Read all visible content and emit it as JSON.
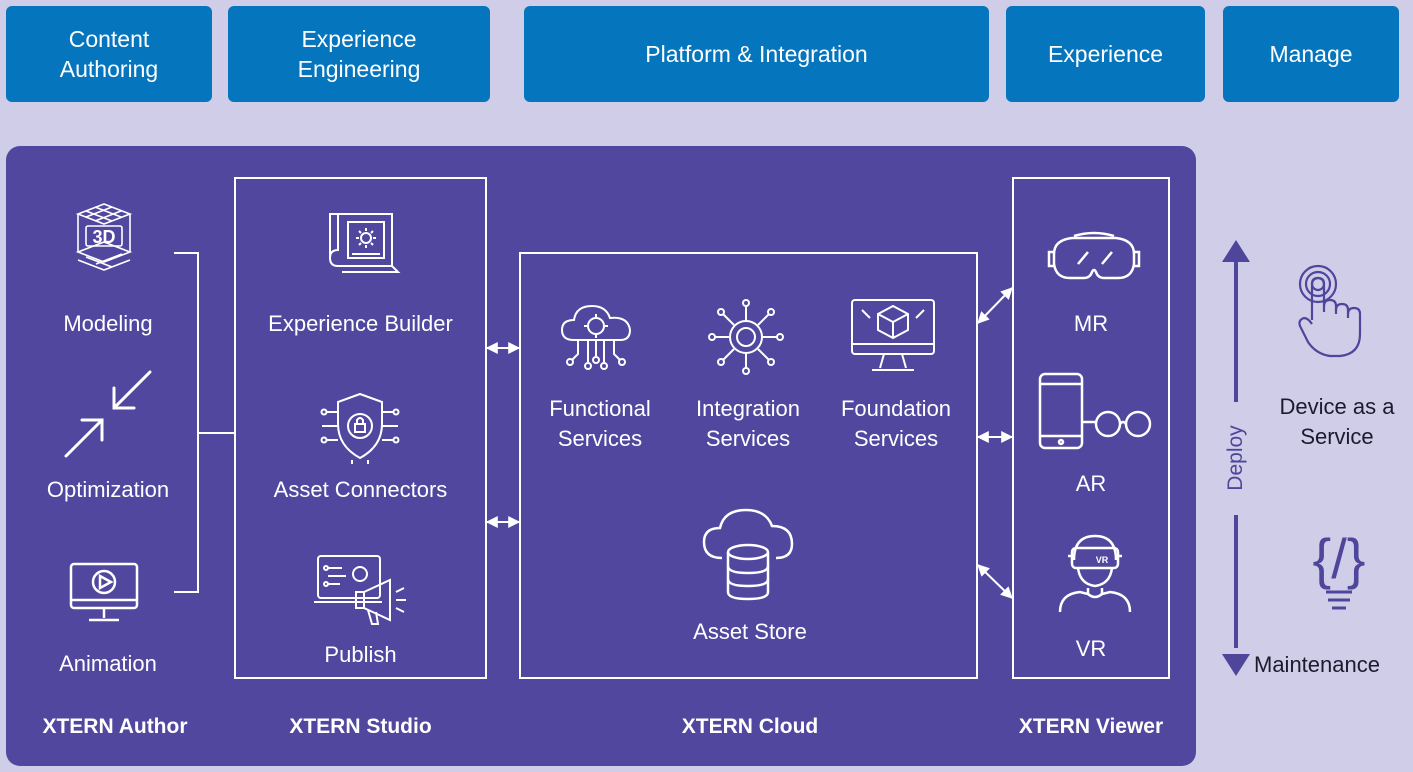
{
  "top_tabs": [
    {
      "label": "Content\nAuthoring"
    },
    {
      "label": "Experience\nEngineering"
    },
    {
      "label": "Platform & Integration"
    },
    {
      "label": "Experience"
    },
    {
      "label": "Manage"
    }
  ],
  "author": {
    "title": "XTERN Author",
    "items": [
      "Modeling",
      "Optimization",
      "Animation"
    ],
    "icon_text_3d": "3D"
  },
  "studio": {
    "title": "XTERN Studio",
    "items": [
      "Experience Builder",
      "Asset Connectors",
      "Publish"
    ]
  },
  "cloud": {
    "title": "XTERN Cloud",
    "services": [
      "Functional\nServices",
      "Integration\nServices",
      "Foundation\nServices"
    ],
    "store": "Asset Store"
  },
  "viewer": {
    "title": "XTERN Viewer",
    "items": [
      "MR",
      "AR",
      "VR"
    ],
    "vr_badge": "VR"
  },
  "lifecycle": {
    "deploy": "Deploy",
    "maintenance": "Maintenance",
    "device_service": "Device as a\nService",
    "code_glyph": "{/}"
  },
  "colors": {
    "tab_blue": "#0575bd",
    "panel_purple": "#52479e",
    "page_lavender": "#cfcde8",
    "arrow_purple": "#4f459b"
  }
}
